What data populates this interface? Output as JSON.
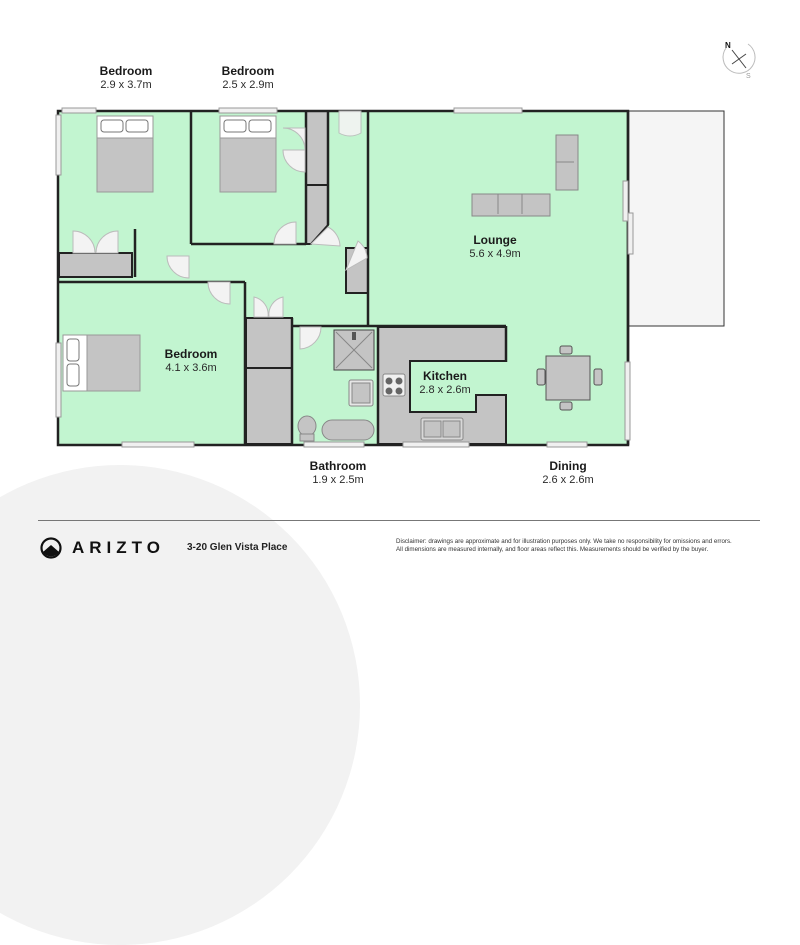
{
  "plan": {
    "colors": {
      "room_fill": "#c2f5d0",
      "wall": "#222222",
      "fixture": "#c4c4c4",
      "outdoor": "#f5f5f5",
      "window": "#f0f0f0"
    },
    "rooms": [
      {
        "id": "bedroom-1",
        "name": "Bedroom",
        "dimensions": "2.9 x 3.7m"
      },
      {
        "id": "bedroom-2",
        "name": "Bedroom",
        "dimensions": "2.5 x 2.9m"
      },
      {
        "id": "lounge",
        "name": "Lounge",
        "dimensions": "5.6 x 4.9m"
      },
      {
        "id": "bedroom-3",
        "name": "Bedroom",
        "dimensions": "4.1 x 3.6m"
      },
      {
        "id": "kitchen",
        "name": "Kitchen",
        "dimensions": "2.8 x 2.6m"
      },
      {
        "id": "bathroom",
        "name": "Bathroom",
        "dimensions": "1.9 x 2.5m"
      },
      {
        "id": "dining",
        "name": "Dining",
        "dimensions": "2.6 x 2.6m"
      }
    ]
  },
  "compass": {
    "north": "N",
    "south": "S"
  },
  "footer": {
    "brand": "ARIZTO",
    "address": "3-20 Glen Vista Place",
    "disclaimer_line1": "Disclaimer: drawings are approximate and for illustration purposes only. We take no responsibility for omissions and errors.",
    "disclaimer_line2": "All dimensions are measured internally, and floor areas reflect this. Measurements should be verified by the buyer."
  }
}
